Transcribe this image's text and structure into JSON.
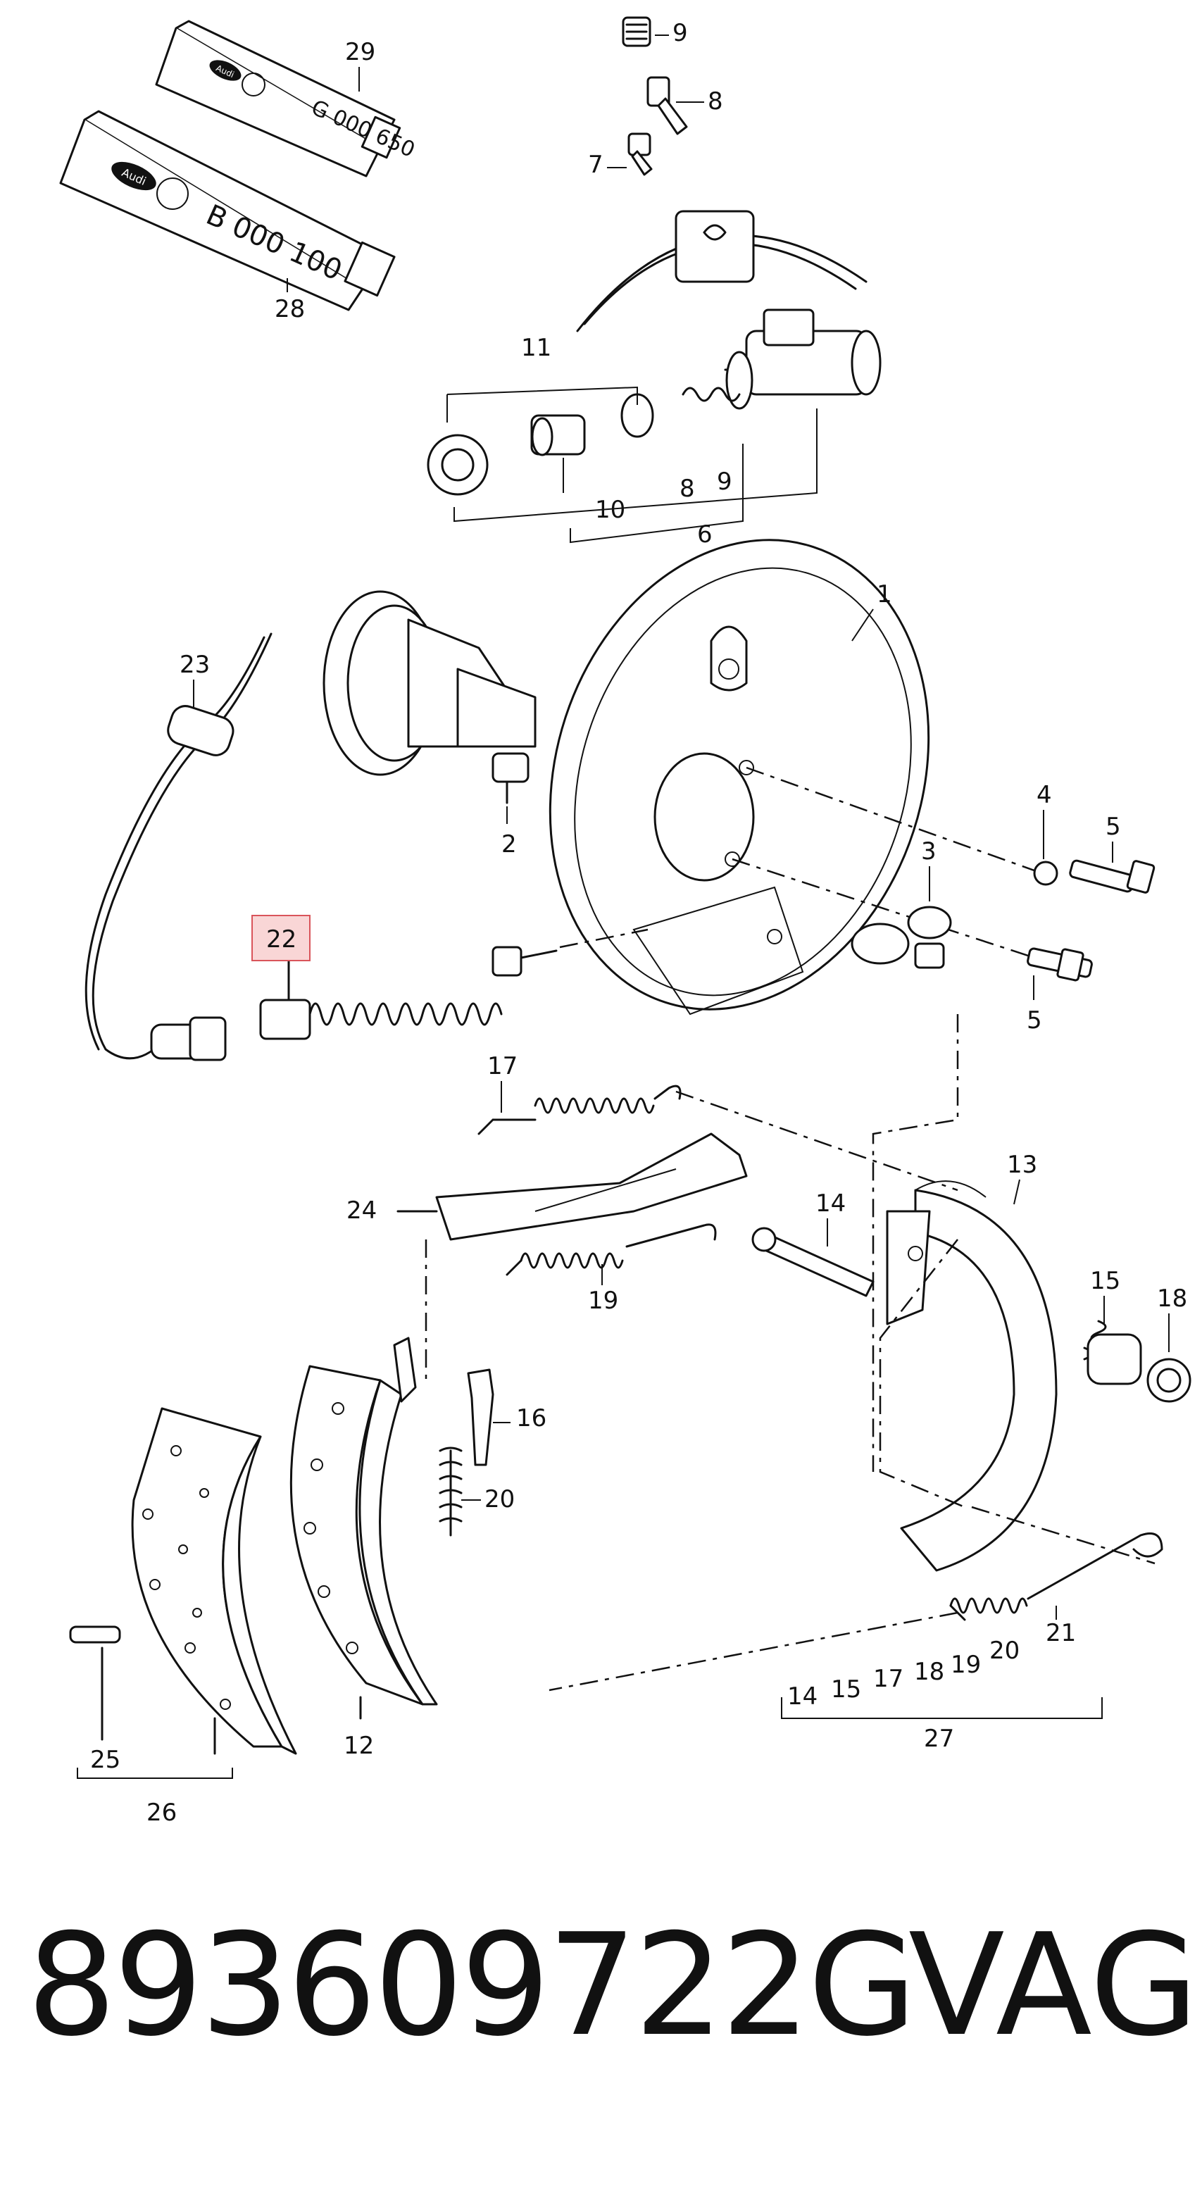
{
  "diagram": {
    "callouts": {
      "c1": "1",
      "c2": "2",
      "c3": "3",
      "c4": "4",
      "c5a": "5",
      "c5b": "5",
      "c6": "6",
      "c7": "7",
      "c8a": "8",
      "c8b": "8",
      "c9a": "9",
      "c9b": "9",
      "c10": "10",
      "c11": "11",
      "c12": "12",
      "c13": "13",
      "c14a": "14",
      "c14b": "14",
      "c15a": "15",
      "c15b": "15",
      "c16": "16",
      "c17a": "17",
      "c17b": "17",
      "c18a": "18",
      "c18b": "18",
      "c19a": "19",
      "c19b": "19",
      "c20a": "20",
      "c20b": "20",
      "c21": "21",
      "c22": "22",
      "c23": "23",
      "c24": "24",
      "c25": "25",
      "c26": "26",
      "c27": "27",
      "c28": "28",
      "c29": "29"
    },
    "highlighted_part": "22",
    "highlight_color": "#f9d6d6",
    "highlight_border": "#d9545a",
    "tube_large_brand": "Audi",
    "tube_large_code": "B 000 100",
    "tube_small_brand": "Audi",
    "tube_small_code": "G 000 650"
  },
  "footer": {
    "part_number": "893609722G",
    "brand": "VAG"
  }
}
